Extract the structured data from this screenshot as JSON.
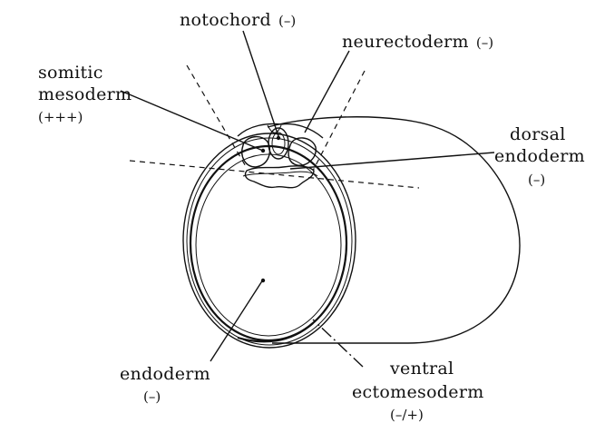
{
  "labels": {
    "notochord": {
      "name": "notochord",
      "expr": "(–)"
    },
    "neurectoderm": {
      "name": "neurectoderm",
      "expr": "(–)"
    },
    "somitic": {
      "line1": "somitic",
      "line2": "mesoderm",
      "expr": "(+++)"
    },
    "dorsal": {
      "line1": "dorsal",
      "line2": "endoderm",
      "expr": "(–)"
    },
    "endoderm": {
      "name": "endoderm",
      "expr": "(–)"
    },
    "ventral": {
      "line1": "ventral",
      "line2": "ectomesoderm",
      "expr": "(–/+)"
    }
  }
}
